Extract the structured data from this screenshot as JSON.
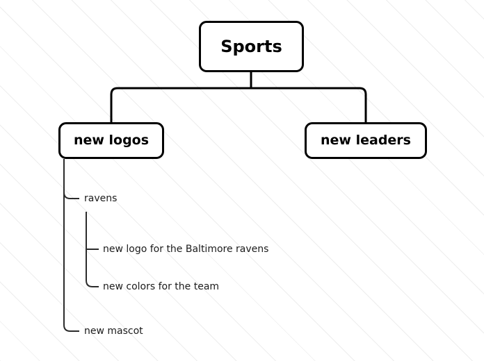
{
  "diagram": {
    "type": "mind-map",
    "title": "Sports",
    "background_pattern": "diagonal-stripes",
    "colors": {
      "node_border": "#000000",
      "node_fill": "#ffffff",
      "node_text": "#000000",
      "leaf_text": "#1b1b1b",
      "connector": "#000000",
      "leaf_connector": "#2b2b2b",
      "background": "#ffffff",
      "stripe": "#ededed"
    },
    "root": {
      "label": "Sports",
      "children": [
        {
          "label": "new logos",
          "children": [
            {
              "label": "ravens",
              "children": [
                {
                  "label": "new logo for the Baltimore ravens"
                },
                {
                  "label": "new colors for the team"
                }
              ]
            },
            {
              "label": "new mascot"
            }
          ]
        },
        {
          "label": "new leaders",
          "children": []
        }
      ]
    },
    "nodes": {
      "root": {
        "label": "Sports"
      },
      "branch_left": {
        "label": "new logos"
      },
      "branch_right": {
        "label": "new leaders"
      }
    },
    "leaves": [
      {
        "label": "ravens"
      },
      {
        "label": "new logo for the Baltimore ravens"
      },
      {
        "label": "new colors for the team"
      },
      {
        "label": "new mascot"
      }
    ]
  }
}
